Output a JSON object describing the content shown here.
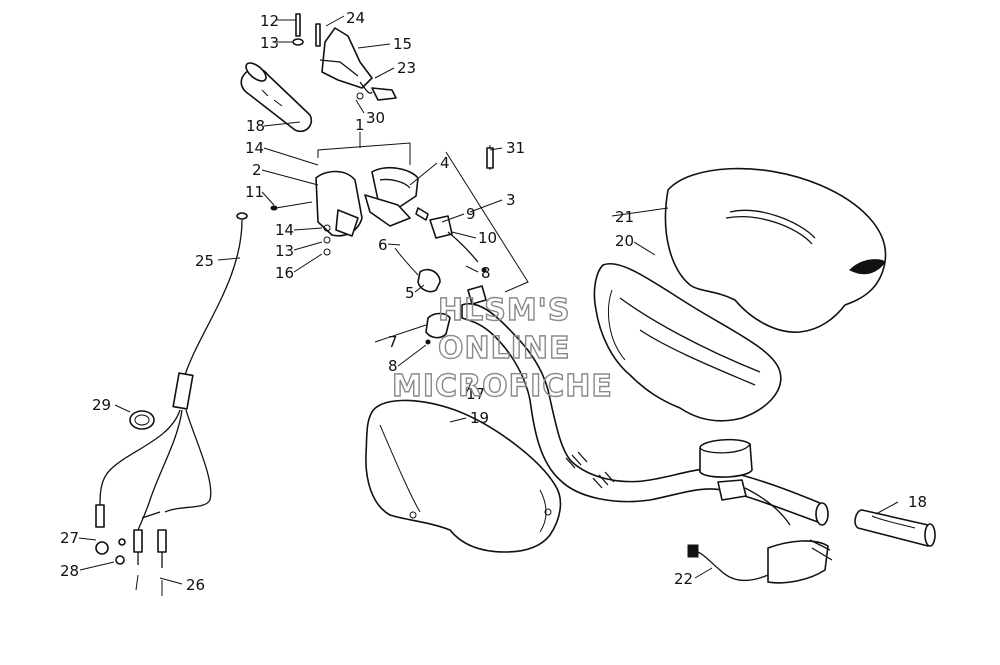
{
  "watermark": {
    "line1": "HLSM'S",
    "line2": "ONLINE",
    "line3": "MICROFICHE"
  },
  "callouts": [
    {
      "id": "c12",
      "text": "12"
    },
    {
      "id": "c24",
      "text": "24"
    },
    {
      "id": "c13a",
      "text": "13"
    },
    {
      "id": "c15",
      "text": "15"
    },
    {
      "id": "c23",
      "text": "23"
    },
    {
      "id": "c30",
      "text": "30"
    },
    {
      "id": "c18a",
      "text": "18"
    },
    {
      "id": "c1",
      "text": "1"
    },
    {
      "id": "c14a",
      "text": "14"
    },
    {
      "id": "c2",
      "text": "2"
    },
    {
      "id": "c11",
      "text": "11"
    },
    {
      "id": "c4",
      "text": "4"
    },
    {
      "id": "c31",
      "text": "31"
    },
    {
      "id": "c3",
      "text": "3"
    },
    {
      "id": "c9",
      "text": "9"
    },
    {
      "id": "c10",
      "text": "10"
    },
    {
      "id": "c8a",
      "text": "8"
    },
    {
      "id": "c14b",
      "text": "14"
    },
    {
      "id": "c13b",
      "text": "13"
    },
    {
      "id": "c16",
      "text": "16"
    },
    {
      "id": "c6",
      "text": "6"
    },
    {
      "id": "c5",
      "text": "5"
    },
    {
      "id": "c25",
      "text": "25"
    },
    {
      "id": "c7",
      "text": "7"
    },
    {
      "id": "c8b",
      "text": "8"
    },
    {
      "id": "c21",
      "text": "21"
    },
    {
      "id": "c20",
      "text": "20"
    },
    {
      "id": "c17",
      "text": "17"
    },
    {
      "id": "c19",
      "text": "19"
    },
    {
      "id": "c29",
      "text": "29"
    },
    {
      "id": "c27",
      "text": "27"
    },
    {
      "id": "c28",
      "text": "28"
    },
    {
      "id": "c26",
      "text": "26"
    },
    {
      "id": "c18b",
      "text": "18"
    },
    {
      "id": "c22",
      "text": "22"
    }
  ]
}
